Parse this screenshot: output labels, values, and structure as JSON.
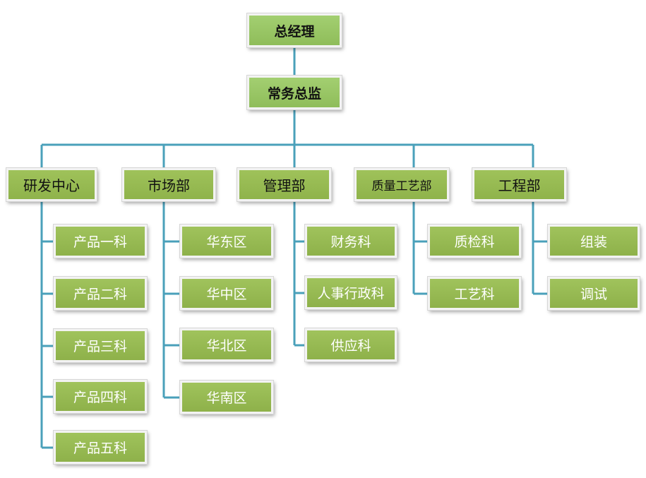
{
  "colors": {
    "connector": "#4aa0ba",
    "node_fill": "#9bbb59",
    "node_border": "#f2f2f2"
  },
  "org": {
    "ceo": "总经理",
    "coo": "常务总监",
    "departments": [
      {
        "name": "研发中心",
        "units": [
          "产品一科",
          "产品二科",
          "产品三科",
          "产品四科",
          "产品五科"
        ]
      },
      {
        "name": "市场部",
        "units": [
          "华东区",
          "华中区",
          "华北区",
          "华南区"
        ]
      },
      {
        "name": "管理部",
        "units": [
          "财务科",
          "人事行政科",
          "供应科"
        ]
      },
      {
        "name": "质量工艺部",
        "units": [
          "质检科",
          "工艺科"
        ]
      },
      {
        "name": "工程部",
        "units": [
          "组装",
          "调试"
        ]
      }
    ]
  }
}
